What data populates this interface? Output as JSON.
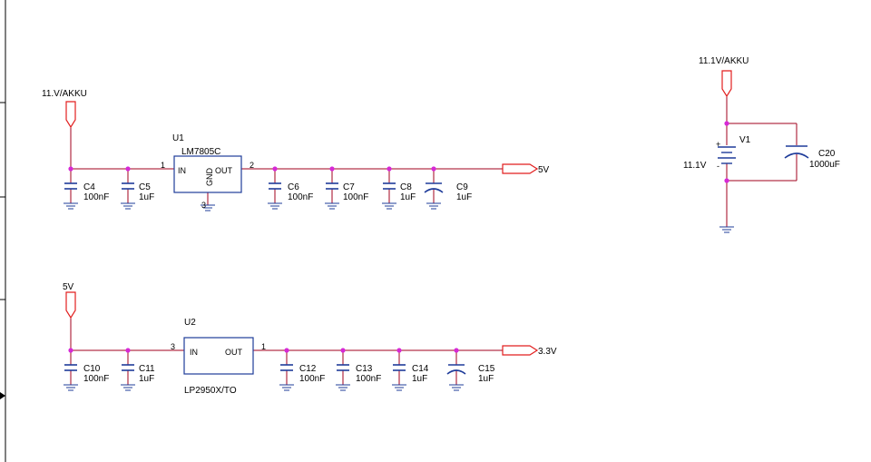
{
  "colors": {
    "wire": "#a0001e",
    "part": "#1f3c9a",
    "port": "#e21f1f",
    "junction": "#d629d6",
    "border": "#000000"
  },
  "regulator1": {
    "input_net": "11.V/AKKU",
    "designator": "U1",
    "part": "LM7805C",
    "pin_in": "IN",
    "pin_out": "OUT",
    "pin_gnd": "GND",
    "pin_num_in": "1",
    "pin_num_out": "2",
    "pin_num_gnd": "3",
    "output_net": "5V",
    "input_caps": [
      {
        "name": "C4",
        "value": "100nF"
      },
      {
        "name": "C5",
        "value": "1uF"
      }
    ],
    "output_caps": [
      {
        "name": "C6",
        "value": "100nF"
      },
      {
        "name": "C7",
        "value": "100nF"
      },
      {
        "name": "C8",
        "value": "1uF"
      },
      {
        "name": "C9",
        "value": "1uF"
      }
    ]
  },
  "regulator2": {
    "input_net": "5V",
    "designator": "U2",
    "part": "LP2950X/TO",
    "pin_in": "IN",
    "pin_out": "OUT",
    "pin_num_in": "3",
    "pin_num_out": "1",
    "output_net": "3.3V",
    "input_caps": [
      {
        "name": "C10",
        "value": "100nF"
      },
      {
        "name": "C11",
        "value": "1uF"
      }
    ],
    "output_caps": [
      {
        "name": "C12",
        "value": "100nF"
      },
      {
        "name": "C13",
        "value": "100nF"
      },
      {
        "name": "C14",
        "value": "1uF"
      },
      {
        "name": "C15",
        "value": "1uF"
      }
    ]
  },
  "battery": {
    "net": "11.1V/AKKU",
    "designator": "V1",
    "value": "11.1V",
    "plus": "+",
    "minus": "-",
    "cap": {
      "name": "C20",
      "value": "1000uF"
    }
  }
}
